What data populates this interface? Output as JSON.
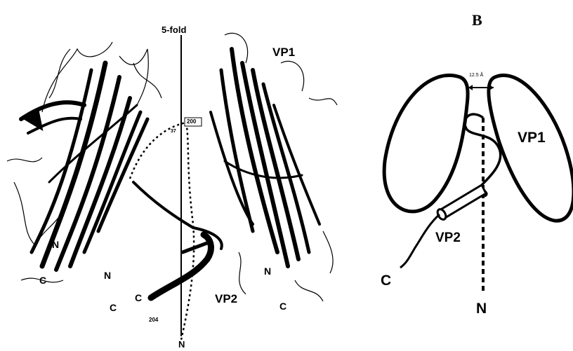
{
  "panel_a": {
    "axis_label": "5-fold",
    "vp1_label": "VP1",
    "vp2_label": "VP2",
    "residue_top": "200",
    "residue_bottom": "204",
    "residue_mid": "37",
    "n_left": "N",
    "n_center": "N",
    "n_right": "N",
    "n_bottom": "N",
    "c_left": "C",
    "c_center_left": "C",
    "c_center": "C",
    "c_right": "C"
  },
  "panel_b": {
    "letter": "B",
    "gap_label": "12.5 Å",
    "vp1_label": "VP1",
    "vp2_label": "VP2",
    "c_label": "C",
    "n_label": "N"
  }
}
